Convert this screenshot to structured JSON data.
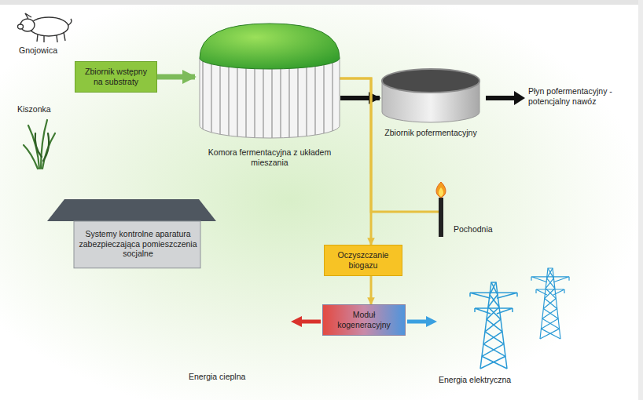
{
  "diagram": {
    "nodes": [
      {
        "text": [
          "Zbiornik wstępny na substraty"
        ]
      },
      {
        "text": [
          "Komora fermentacyjna z układem mieszania"
        ]
      },
      {
        "text": [
          "Zbiornik pofermentacyjny"
        ]
      },
      {
        "text": [
          "Pochodnia"
        ]
      },
      {
        "text": [
          "Systemy kontrolne aparatura zabezpieczająca pomieszczenia socjalne"
        ]
      },
      {
        "text": [
          "Oczyszczanie biogazu"
        ]
      },
      {
        "text": [
          "Moduł kogeneracyjny"
        ]
      }
    ],
    "edges": [
      {
        "from": 0,
        "to": 1,
        "arrow": "to"
      },
      {
        "from": 1,
        "to": 2,
        "arrow": "to"
      },
      {
        "from": 1,
        "to": 3,
        "arrow": "none"
      },
      {
        "from": 1,
        "to": 5,
        "arrow": "to"
      },
      {
        "from": 5,
        "to": 6,
        "arrow": "to"
      }
    ],
    "labels": [
      "Gnojowica",
      "Kiszonka",
      "Płyn pofermentacyjny - potencjalny nawóz",
      "Energia cieplna",
      "Energia elektryczna"
    ]
  }
}
